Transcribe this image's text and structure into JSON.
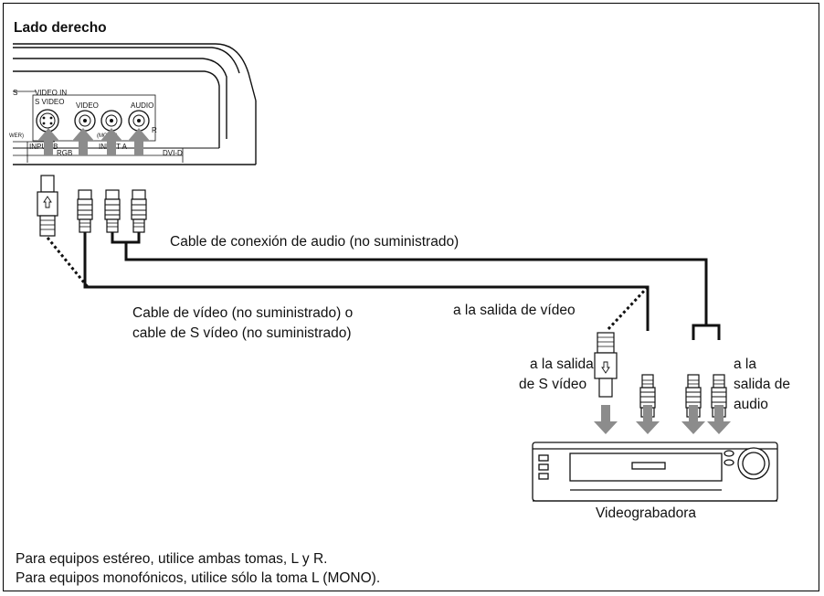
{
  "title": "Lado derecho",
  "panel": {
    "row1": [
      "S",
      "VIDEO IN",
      "S VIDEO",
      "VIDEO",
      "AUDIO",
      "R",
      "(MONO)",
      "WER)"
    ],
    "row2": [
      "INPUT B",
      "RGB",
      "INPUT A",
      "DVI-D"
    ]
  },
  "labels": {
    "audio_cable": "Cable de conexión de audio (no suministrado)",
    "video_cable_1": "Cable de vídeo (no suministrado) o",
    "video_cable_2": "cable de S vídeo (no suministrado)",
    "to_video_out": "a la salida de vídeo",
    "to_svideo_1": "a la salida",
    "to_svideo_2": "de S vídeo",
    "to_audio_1": "a la",
    "to_audio_2": "salida de",
    "to_audio_3": "audio",
    "vcr": "Videograbadora"
  },
  "notes": [
    "Para equipos estéreo, utilice ambas tomas, L y R.",
    "Para equipos monofónicos, utilice sólo la toma L (MONO)."
  ]
}
